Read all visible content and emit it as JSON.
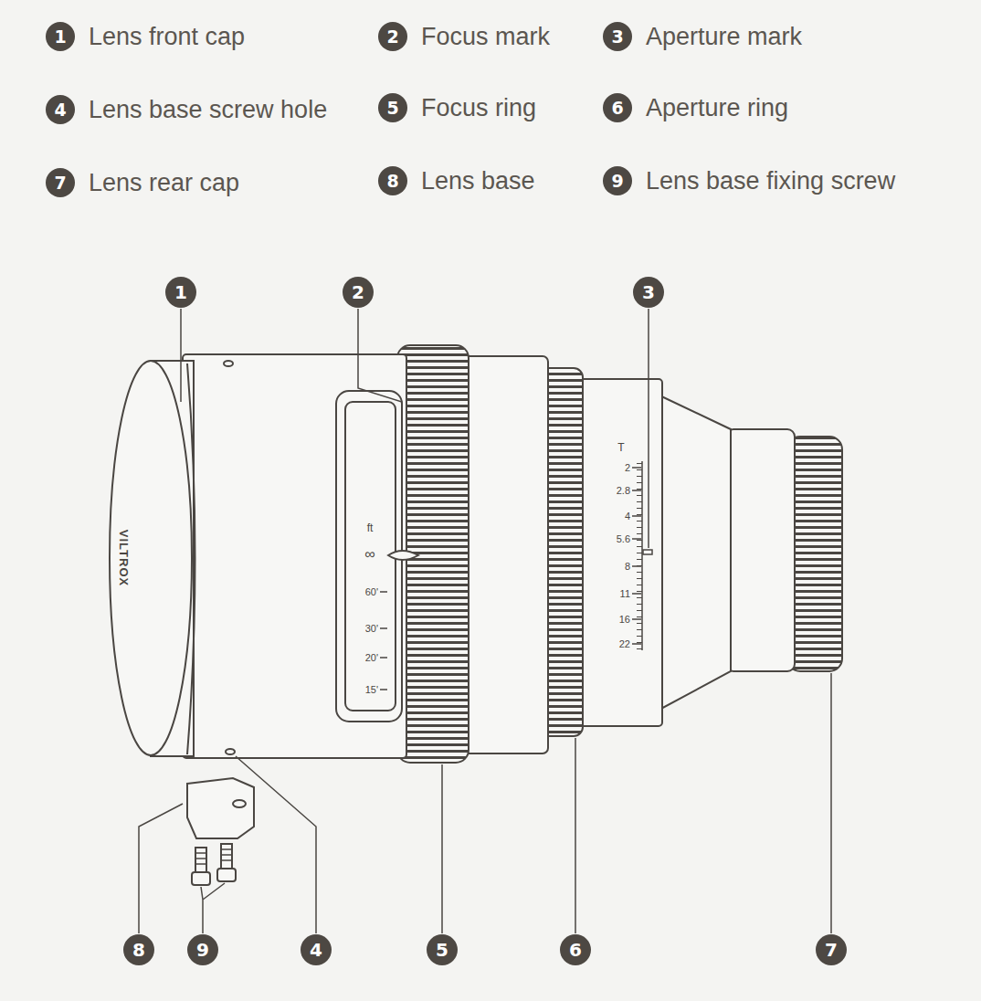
{
  "diagram": {
    "nodes": [
      {
        "text": [
          "1",
          "Lens front cap"
        ]
      },
      {
        "text": [
          "2",
          "Focus mark"
        ]
      },
      {
        "text": [
          "3",
          "Aperture mark"
        ]
      },
      {
        "text": [
          "4",
          "Lens base screw hole"
        ]
      },
      {
        "text": [
          "5",
          "Focus ring"
        ]
      },
      {
        "text": [
          "6",
          "Aperture ring"
        ]
      },
      {
        "text": [
          "7",
          "Lens rear cap"
        ]
      },
      {
        "text": [
          "8",
          "Lens base"
        ]
      },
      {
        "text": [
          "9",
          "Lens base fixing screw"
        ]
      },
      {
        "text": [
          "1"
        ]
      },
      {
        "text": [
          "2"
        ]
      },
      {
        "text": [
          "3"
        ]
      },
      {
        "text": [
          "8"
        ]
      },
      {
        "text": [
          "9"
        ]
      },
      {
        "text": [
          "4"
        ]
      },
      {
        "text": [
          "5"
        ]
      },
      {
        "text": [
          "6"
        ]
      },
      {
        "text": [
          "7"
        ]
      }
    ],
    "labels": [
      "VILTROX",
      "ft",
      "∞",
      "60'",
      "30'",
      "20'",
      "15'",
      "T",
      "2",
      "2.8",
      "4",
      "5.6",
      "8",
      "11",
      "16",
      "22"
    ]
  }
}
